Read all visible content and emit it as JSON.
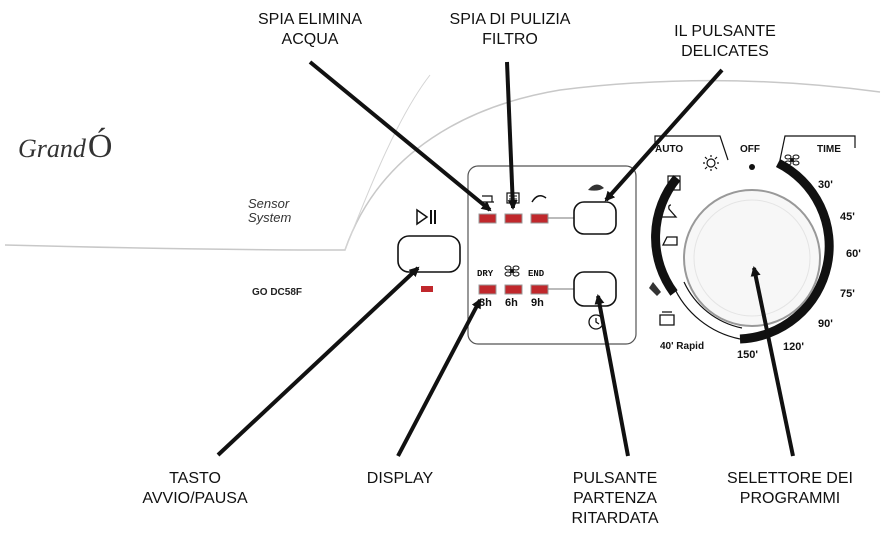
{
  "callouts": {
    "spia_elimina_acqua": "SPIA ELIMINA\nACQUA",
    "spia_pulizia_filtro": "SPIA DI PULIZIA\nFILTRO",
    "pulsante_delicates": "IL PULSANTE\nDELICATES",
    "tasto_avvio": "TASTO\nAVVIO/PAUSA",
    "display": "DISPLAY",
    "partenza_ritardata": "PULSANTE\nPARTENZA\nRITARDATA",
    "selettore": "SELETTORE DEI\nPROGRAMMI"
  },
  "panel": {
    "brand": "Grand",
    "brand_mark": "Ó",
    "sensor_system": "Sensor\nSystem",
    "model": "GO DC58F",
    "timer_labels": [
      "DRY",
      "END"
    ],
    "delay_labels": [
      "3h",
      "6h",
      "9h"
    ]
  },
  "dial": {
    "auto_label": "AUTO",
    "off_label": "OFF",
    "time_label": "TIME",
    "times": [
      "30'",
      "45'",
      "60'",
      "75'",
      "90'",
      "120'",
      "150'"
    ],
    "rapid_label": "40' Rapid"
  },
  "colors": {
    "led": "#c0282c",
    "ink": "#111111",
    "panel_line": "#555555"
  },
  "icons": [
    "play-pause-icon",
    "water-tank-icon",
    "filter-icon",
    "delicates-icon",
    "fan-icon",
    "delay-clock-icon",
    "sun-icon",
    "wardrobe-icon",
    "hanger-icon",
    "iron-icon",
    "shirt-icon",
    "towels-icon"
  ]
}
